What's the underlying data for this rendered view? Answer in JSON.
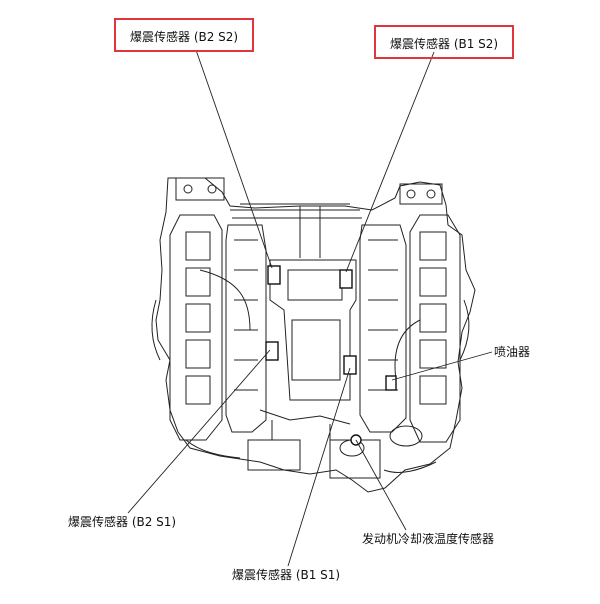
{
  "labels": {
    "knock_b2s2": "爆震传感器 (B2 S2)",
    "knock_b1s2": "爆震传感器 (B1 S2)",
    "injector": "喷油器",
    "knock_b2s1": "爆震传感器 (B2 S1)",
    "coolant_temp": "发动机冷却液温度传感器",
    "knock_b1s1": "爆震传感器 (B1 S1)"
  },
  "colors": {
    "highlight_box": "#e0363b",
    "line_art": "#222222",
    "background": "#ffffff"
  }
}
